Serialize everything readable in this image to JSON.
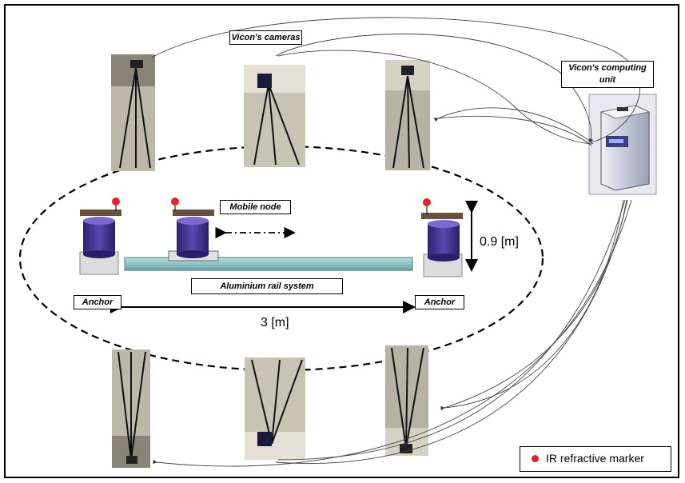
{
  "labels": {
    "cameras": "Vicon's cameras",
    "computing_unit": "Vicon's computing unit",
    "mobile_node": "Mobile node",
    "rail": "Aluminium rail system",
    "anchor_left": "Anchor",
    "anchor_right": "Anchor",
    "distance_3m": "3 [m]",
    "height_09m": "0.9 [m]",
    "legend_marker": "IR refractive marker"
  },
  "colors": {
    "marker": "#e8202a",
    "cylinder": "#4a3a9a",
    "rail": "#8fc4c4",
    "anchor_base": "#d8d8d8",
    "computing_unit": "#d9d9e4"
  },
  "icons": [
    "camera-tripod-icon",
    "computing-unit-icon",
    "ir-marker-icon",
    "anchor-icon",
    "mobile-node-icon"
  ]
}
